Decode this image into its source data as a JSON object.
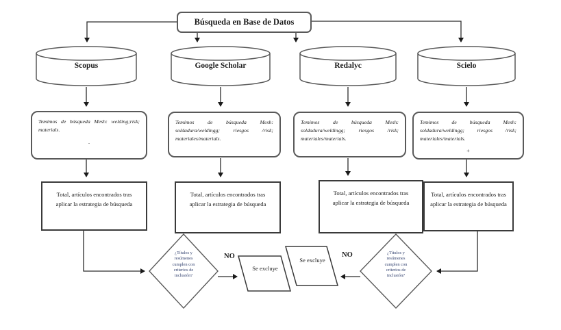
{
  "diagram_title": "Búsqueda en Base de Datos",
  "colors": {
    "shape_border": "#595959",
    "rect_border": "#3a3a3a",
    "connector": "#2b2b2b",
    "text": "#1a1a1a",
    "decision_text": "#31406e",
    "shape_fill": "#ffffff"
  },
  "databases": [
    {
      "name": "Scopus",
      "terms": "Temimos de búsqueda Mesh: welding;risk; materials.",
      "note": ".",
      "total": "Total, artículos encontrados tras aplicar la estrategia de búsqueda"
    },
    {
      "name": "Google Scholar",
      "terms": "Temimos de búsqueda Mesh: soldadura/weldingg; riesgos /risk; materiales/materials.",
      "note": "",
      "total": "Total, artículos encontrados tras aplicar la estrategia de búsqueda"
    },
    {
      "name": "Redalyc",
      "terms": "Temimos de búsqueda Mesh: soldadura/weldingg; riesgos /risk; materiales/materials.",
      "note": "",
      "total": "Total, artículos encontrados tras aplicar la estrategia de búsqueda"
    },
    {
      "name": "Scielo",
      "terms": "Temimos de búsqueda Mesh: soldadura/weldingg; riesgos /risk; materiales/materials.",
      "note": "+",
      "total": "Total, artículos encontrados tras aplicar la estrategia de búsqueda"
    }
  ],
  "decisions": [
    {
      "question": "¿Títulos y resúmenes cumplen con criterios de inclusión?",
      "no_label": "NO"
    },
    {
      "question": "¿Títulos y resúmenes cumplen con criterios de inclusión?",
      "no_label": "NO"
    }
  ],
  "exclusions": [
    {
      "label": "Se excluye"
    },
    {
      "label": "Se excluye"
    }
  ]
}
